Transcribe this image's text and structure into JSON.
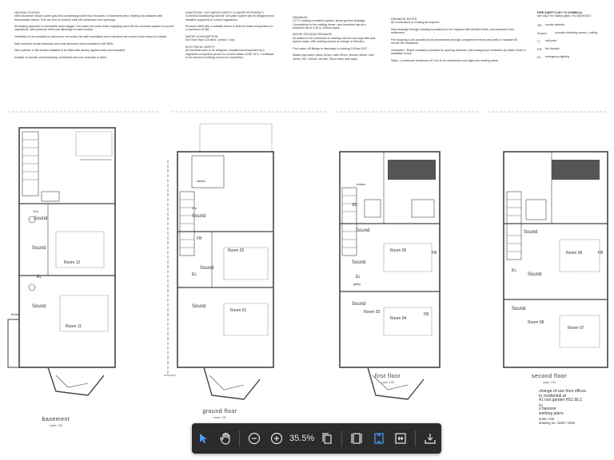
{
  "notes": {
    "col1": "HEATING SYSTEM\nNew Worcester Bosch combi gas-fired condensing boiler floor mounted, in basement area. Heating via radiators with thermostatic valves. Flue via vent on exterior wall with clearance from openings.\n\nAll heating pipework in accessible areas lagged. Hot water via combi boiler supplying each flat via unvented system to current regulations, with pressure relief and discharge to safe location.\n\nVentilation to be provided to bathrooms via extract fan with humidistat and to kitchens via cooker hood extract to outside.\n\nWall mounted smoke detectors and heat detectors interconnected to BS 5839.\n\nNew cylinder to flat shower installed to be fitted with factory applied foam and insulated.\n\nInstaller to provide commissioning certificates and user manuals to client.",
    "col2": "SANITATION, HOT WATER SAFETY & WATER EFFICIENCY\nA minimal conditioning that the hot water system will be designed and installed (supplied) to current regulations.\n\nShowers fitted with a suitable device to limit hot water temperature to a maximum of 48C.\n\nWATER CONSUMPTION\nNot more than 125 litres / person / day.\n\nELECTRICAL SAFETY\nAll electrical work to be designed, installed and inspected by a registered competent person to current edition of BS 7671. Certificate to be issued to building control on completion.",
    "col3": "DRAINAGE\nCCTV existing combined system, below ground drainage. Connections to the existing sewer, new branches laid at a minimum fall of 1:40 in 100mm pipes.\n\nABOVE GROUND DRAINAGE\nAll wastes to be connected to existing soil and vent pipe with anti-syphon traps, with rodding access at change of direction.\n\nFoul water: All fittings to discharge to existing 100mm SVP.\n\nWaste pipe sizes: basin 32mm, bath 40mm, shower 40mm, sink 40mm, WC 100mm. All with 75mm deep seal traps.",
    "col4": "DRAINAGE NOTES\nAll connections to existing as required.\n\nNew drainage through existing foundations to be wrapped with flexible lintels, and protected from settlement.\n\nFire stopping to be provided at all penetrations through compartment floors and walls to maintain 60 minute fire resistance.\n\nVentilation - Rapid ventilation provided by opening windows, with background ventilation by trickle vents to habitable rooms.\n\nStairs - a minimum headroom of 2.0m to be maintained over flight and landing areas."
  },
  "key": {
    "title": "FIRE SAFETY KEY TO SYMBOLS",
    "subtitle": "see also Fire Safety plans, rev 05/09/2021",
    "items": [
      {
        "symbol": "SD",
        "label": "smoke detector"
      },
      {
        "symbol": "Sound",
        "label": "sounder including sensor / ceiling"
      },
      {
        "symbol": "",
        "label": "call point"
      },
      {
        "symbol": "FB",
        "label": "fire blanket"
      },
      {
        "symbol": "EL",
        "label": "emergency lighting"
      }
    ]
  },
  "floors": [
    {
      "title": "basement",
      "scale": "scale 1:50"
    },
    {
      "title": "ground floor",
      "scale": "scale 1:50"
    },
    {
      "title": "first floor",
      "scale": "scale 1:50"
    },
    {
      "title": "second floor",
      "scale": "scale 1:50"
    }
  ],
  "rooms": {
    "room11": "Room 11",
    "room12": "Room 12",
    "room01": "Room 01",
    "room02": "Room 02",
    "room03": "Room 03",
    "room04": "Room 04",
    "room05": "Room 05",
    "room06": "Room 06",
    "room07": "Room 07",
    "room08": "Room 08",
    "kitchen": "kitchen",
    "shower": "shower",
    "galley": "galley",
    "boiler": "Boiler",
    "ext": "Ext"
  },
  "symbols": {
    "sound": "Sound",
    "sd": "SD",
    "el": "EL",
    "fb": "FB"
  },
  "titleblock": {
    "line1": "change-of-use from offices",
    "line2": "to residential at",
    "line3": "41 rost garden HS1 BLC",
    "line4": "for",
    "line5": "s hanover",
    "line6": "working plans",
    "line7": "scale 1:50",
    "line8": "drawing no. 1553 / 1033"
  },
  "toolbar": {
    "zoom_value": "35.5%",
    "icons": [
      "pointer-icon",
      "hand-icon",
      "zoom-out-icon",
      "zoom-in-icon",
      "copy-icon",
      "single-page-icon",
      "fit-page-icon",
      "fit-width-icon",
      "download-icon"
    ]
  }
}
